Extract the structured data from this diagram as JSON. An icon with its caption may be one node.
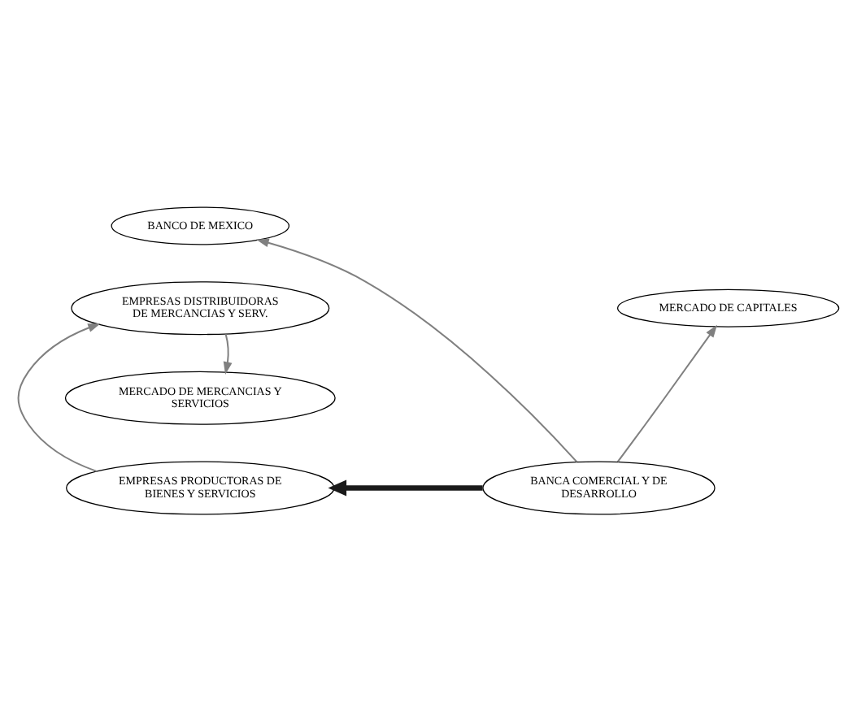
{
  "diagram": {
    "nodes": [
      {
        "text": [
          "BANCO DE MEXICO"
        ]
      },
      {
        "text": [
          "EMPRESAS DISTRIBUIDORAS DE MERCANCIAS Y SERV."
        ]
      },
      {
        "text": [
          "MERCADO DE CAPITALES"
        ]
      },
      {
        "text": [
          "MERCADO DE MERCANCIAS Y SERVICIOS"
        ]
      },
      {
        "text": [
          "EMPRESAS PRODUCTORAS DE BIENES Y SERVICIOS"
        ]
      },
      {
        "text": [
          "BANCA COMERCIAL Y DE DESARROLLO"
        ]
      }
    ],
    "edges": [
      {
        "from": 4,
        "to": 1,
        "arrow": "to"
      },
      {
        "from": 1,
        "to": 3,
        "arrow": "to"
      },
      {
        "from": 5,
        "to": 0,
        "arrow": "to"
      },
      {
        "from": 5,
        "to": 2,
        "arrow": "to"
      },
      {
        "from": 5,
        "to": 4,
        "arrow": "to",
        "style": "thick",
        "color": "#1a1a1a"
      }
    ]
  }
}
